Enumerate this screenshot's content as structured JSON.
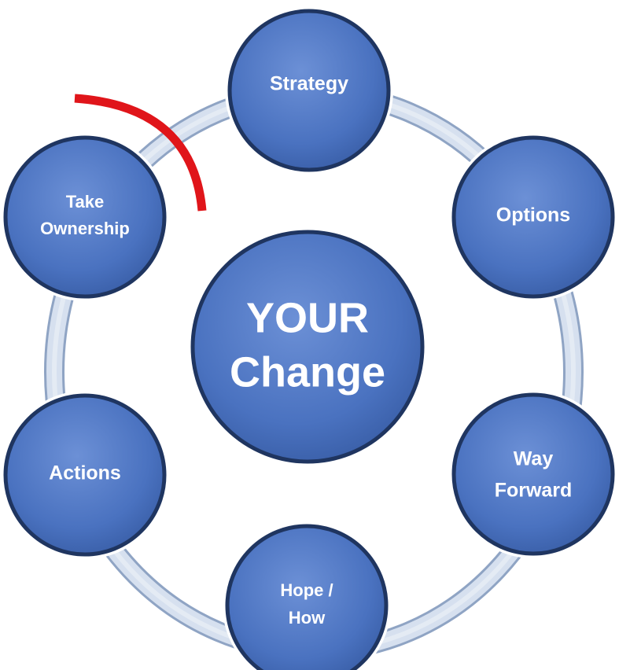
{
  "diagram": {
    "center": {
      "line1": "YOUR",
      "line2": "Change"
    },
    "nodes": [
      {
        "id": "strategy",
        "lines": [
          "Strategy"
        ]
      },
      {
        "id": "options",
        "lines": [
          "Options"
        ]
      },
      {
        "id": "way-forward",
        "lines": [
          "Way",
          "Forward"
        ]
      },
      {
        "id": "hope-how",
        "lines": [
          "Hope /",
          "How"
        ]
      },
      {
        "id": "actions",
        "lines": [
          "Actions"
        ]
      },
      {
        "id": "take-ownership",
        "lines": [
          "Take",
          "Ownership"
        ]
      }
    ],
    "colors": {
      "node_fill": "#4a72c0",
      "node_fill_light": "#6c90d6",
      "node_border": "#1f3560",
      "ring_fill": "#c9d6ea",
      "ring_edge": "#8fa4c4",
      "highlight_arc": "#e0151a"
    }
  }
}
